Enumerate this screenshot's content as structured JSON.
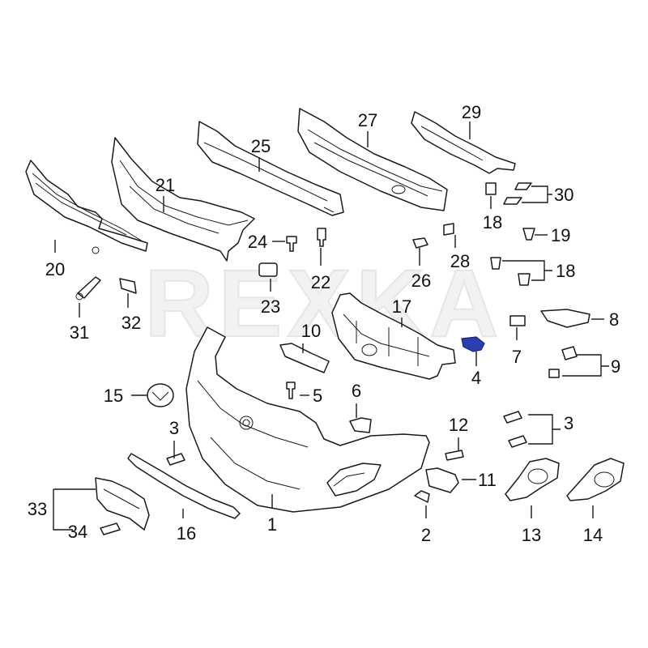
{
  "watermark": "REXKA",
  "callouts": [
    "1",
    "2",
    "3",
    "3",
    "4",
    "5",
    "6",
    "7",
    "8",
    "9",
    "10",
    "11",
    "12",
    "13",
    "14",
    "15",
    "16",
    "17",
    "18",
    "18",
    "19",
    "20",
    "21",
    "22",
    "23",
    "24",
    "25",
    "26",
    "27",
    "28",
    "29",
    "30",
    "31",
    "32",
    "33",
    "34"
  ],
  "colors": {
    "line": "#1a1a1a",
    "highlight": "#2b3fb0",
    "watermark": "#f2f2f2"
  }
}
